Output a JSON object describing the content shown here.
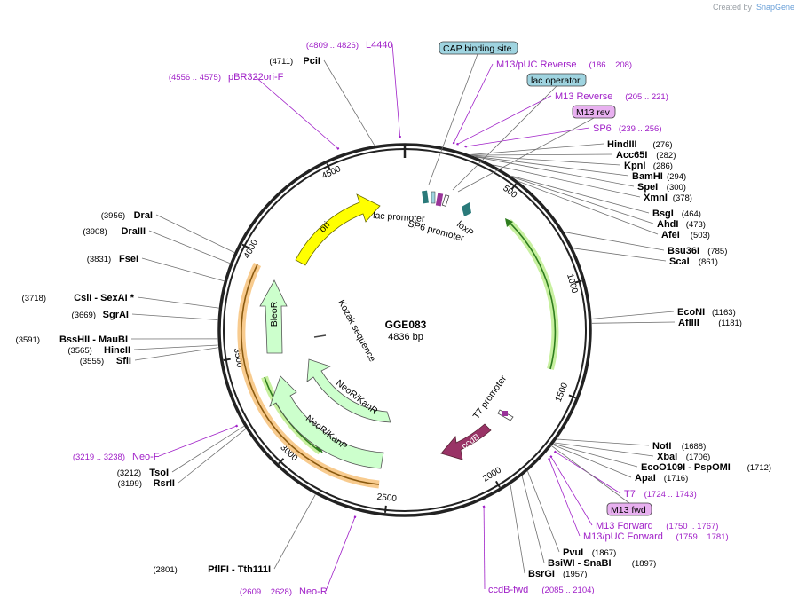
{
  "brand": {
    "created_by": "Created by",
    "app": "SnapGene"
  },
  "plasmid": {
    "name": "GGE083",
    "length_label": "4836 bp",
    "length": 4836
  },
  "colors": {
    "backbone": "#222222",
    "primer": "#a020c8",
    "ori": "#ffff00",
    "resistance": "#ccffcc",
    "ccdb": "#993366",
    "orange_highlight": "#f7c27a",
    "green_highlight": "#c8f0a0",
    "promoter": "#2a7a7a",
    "cap_box": "#9fd4e0",
    "m13_box": "#e8b0f0"
  },
  "ticks": [
    {
      "pos": 500,
      "label": "500"
    },
    {
      "pos": 1000,
      "label": "1000"
    },
    {
      "pos": 1500,
      "label": "1500"
    },
    {
      "pos": 2000,
      "label": "2000"
    },
    {
      "pos": 2500,
      "label": "2500"
    },
    {
      "pos": 3000,
      "label": "3000"
    },
    {
      "pos": 3500,
      "label": "3500"
    },
    {
      "pos": 4000,
      "label": "4000"
    },
    {
      "pos": 4500,
      "label": "4500"
    }
  ],
  "sites_right": [
    {
      "name": "HindIII",
      "pos": "(276)",
      "bp": 276
    },
    {
      "name": "Acc65I",
      "pos": "(282)",
      "bp": 282
    },
    {
      "name": "KpnI",
      "pos": "(286)",
      "bp": 286
    },
    {
      "name": "BamHI",
      "pos": "(294)",
      "bp": 294
    },
    {
      "name": "SpeI",
      "pos": "(300)",
      "bp": 300
    },
    {
      "name": "XmnI",
      "pos": "(378)",
      "bp": 378
    },
    {
      "name": "BsgI",
      "pos": "(464)",
      "bp": 464
    },
    {
      "name": "AhdI",
      "pos": "(473)",
      "bp": 473
    },
    {
      "name": "AfeI",
      "pos": "(503)",
      "bp": 503
    },
    {
      "name": "Bsu36I",
      "pos": "(785)",
      "bp": 785
    },
    {
      "name": "ScaI",
      "pos": "(861)",
      "bp": 861
    },
    {
      "name": "EcoNI",
      "pos": "(1163)",
      "bp": 1163
    },
    {
      "name": "AflIII",
      "pos": "(1181)",
      "bp": 1181
    },
    {
      "name": "NotI",
      "pos": "(1688)",
      "bp": 1688
    },
    {
      "name": "XbaI",
      "pos": "(1706)",
      "bp": 1706
    },
    {
      "name": "EcoO109I  - PspOMI",
      "pos": "(1712)",
      "bp": 1712
    },
    {
      "name": "ApaI",
      "pos": "(1716)",
      "bp": 1716
    },
    {
      "name": "PvuI",
      "pos": "(1867)",
      "bp": 1867
    },
    {
      "name": "BsiWI  - SnaBI",
      "pos": "(1897)",
      "bp": 1897
    },
    {
      "name": "BsrGI",
      "pos": "(1957)",
      "bp": 1957
    }
  ],
  "sites_left": [
    {
      "name": "PciI",
      "pos": "(4711)",
      "bp": 4711
    },
    {
      "name": "DraI",
      "pos": "(3956)",
      "bp": 3956
    },
    {
      "name": "DraIII",
      "pos": "(3908)",
      "bp": 3908
    },
    {
      "name": "FseI",
      "pos": "(3831)",
      "bp": 3831
    },
    {
      "name": "CsiI  - SexAI *",
      "pos": "(3718)",
      "bp": 3718
    },
    {
      "name": "SgrAI",
      "pos": "(3669)",
      "bp": 3669
    },
    {
      "name": "BssHII  - MauBI",
      "pos": "(3591)",
      "bp": 3591
    },
    {
      "name": "HincII",
      "pos": "(3565)",
      "bp": 3565
    },
    {
      "name": "SfiI",
      "pos": "(3555)",
      "bp": 3555
    },
    {
      "name": "TsoI",
      "pos": "(3212)",
      "bp": 3212
    },
    {
      "name": "RsrII",
      "pos": "(3199)",
      "bp": 3199
    },
    {
      "name": "PflFI  - Tth111I",
      "pos": "(2801)",
      "bp": 2801
    }
  ],
  "primers": [
    {
      "name": "L4440",
      "pos": "(4809 .. 4826)"
    },
    {
      "name": "pBR322ori-F",
      "pos": "(4556 .. 4575)"
    },
    {
      "name": "M13/pUC Reverse",
      "pos": "(186 .. 208)"
    },
    {
      "name": "M13 Reverse",
      "pos": "(205 .. 221)"
    },
    {
      "name": "SP6",
      "pos": "(239 .. 256)"
    },
    {
      "name": "T7",
      "pos": "(1724 .. 1743)"
    },
    {
      "name": "M13 Forward",
      "pos": "(1750 .. 1767)"
    },
    {
      "name": "M13/pUC Forward",
      "pos": "(1759 .. 1781)"
    },
    {
      "name": "ccdB-fwd",
      "pos": "(2085 .. 2104)"
    },
    {
      "name": "Neo-F",
      "pos": "(3219 .. 3238)"
    },
    {
      "name": "Neo-R",
      "pos": "(2609 .. 2628)"
    }
  ],
  "boxed_features": [
    {
      "name": "CAP binding site"
    },
    {
      "name": "lac operator"
    },
    {
      "name": "M13 rev"
    },
    {
      "name": "M13 fwd"
    }
  ],
  "features": {
    "ori": "ori",
    "bleor": "BleoR",
    "neor_inner": "NeoR/KanR",
    "neor_outer": "NeoR/KanR",
    "ccdb": "ccdB",
    "lac_promoter": "lac promoter",
    "sp6_promoter": "SP6 promoter",
    "loxp": "loxP",
    "t7_promoter": "T7 promoter",
    "kozak": "Kozak sequence"
  }
}
